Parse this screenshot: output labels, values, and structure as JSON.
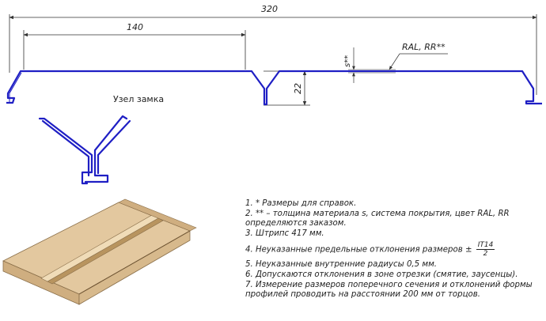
{
  "dimensions": {
    "overall_width": "320",
    "rib_spacing": "140",
    "rib_height": "22",
    "thickness": "s**",
    "coating": "RAL, RR**"
  },
  "labels": {
    "lock_node": "Узел замка"
  },
  "notes": {
    "n1": "1. * Размеры для справок.",
    "n2a": "2. ** –  толщина материала s, система покрытия, цвет RAL, RR",
    "n2b": "определяются заказом.",
    "n3": "3. Штрипс 417 мм.",
    "n4_prefix": "4. Неуказанные предельные отклонения размеров ±",
    "n4_num": "IT14",
    "n4_den": "2",
    "n5": "5. Неуказанные внутренние радиусы 0,5 мм.",
    "n6": "6. Допускаются отклонения в зоне отрезки (смятие, заусенцы).",
    "n7a": "7. Измерение размеров поперечного сечения и отклонений формы",
    "n7b": "профилей проводить на расстоянии 200 мм от торцов."
  },
  "colors": {
    "profile": "#1f1fc4",
    "dim_line": "#333333",
    "panel_face": "#e3c89f",
    "panel_edge": "#8a6f4a"
  }
}
